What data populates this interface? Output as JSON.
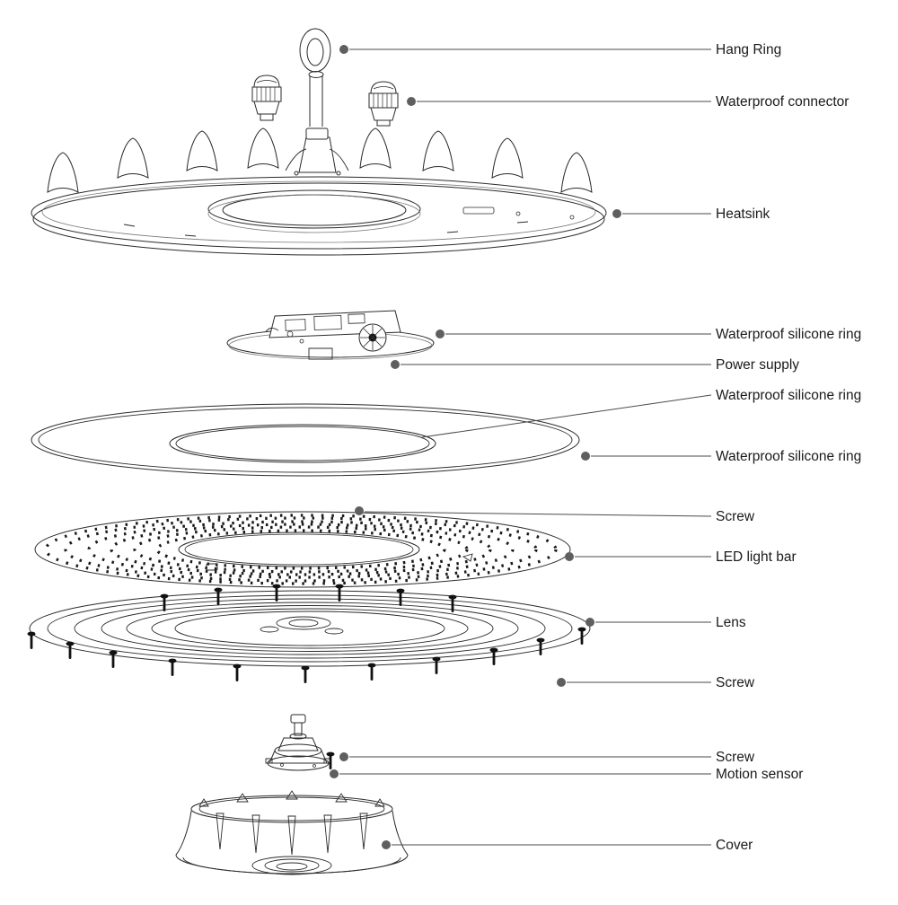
{
  "diagram": {
    "labels": [
      {
        "text": "Hang Ring"
      },
      {
        "text": "Waterproof connector"
      },
      {
        "text": "Heatsink"
      },
      {
        "text": "Waterproof silicone ring"
      },
      {
        "text": "Power supply"
      },
      {
        "text": "Waterproof silicone ring"
      },
      {
        "text": "Waterproof silicone ring"
      },
      {
        "text": "Screw"
      },
      {
        "text": "LED light bar"
      },
      {
        "text": "Lens"
      },
      {
        "text": "Screw"
      },
      {
        "text": "Screw"
      },
      {
        "text": "Motion sensor"
      },
      {
        "text": "Cover"
      }
    ],
    "colors": {
      "line": "#2b2b2b",
      "leader": "#4a4a4a",
      "dot": "#5f5f5f",
      "text": "#1a1a1a",
      "background": "#ffffff"
    }
  }
}
